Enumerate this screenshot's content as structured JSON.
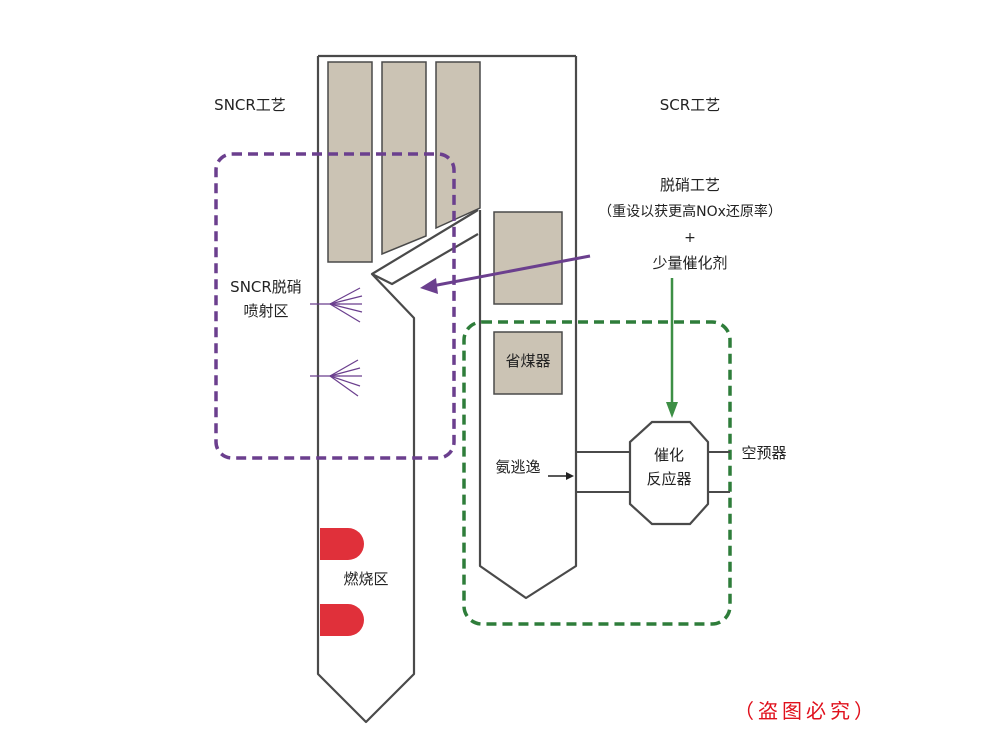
{
  "labels": {
    "sncr_process": "SNCR工艺",
    "scr_process": "SCR工艺",
    "denox_process": "脱硝工艺",
    "denox_note": "（重设以获更高NOx还原率）",
    "plus": "+",
    "catalyst_additive": "少量催化剂",
    "sncr_zone_line1": "SNCR脱硝",
    "sncr_zone_line2": "喷射区",
    "economizer": "省煤器",
    "ammonia_slip": "氨逃逸",
    "reactor_line1": "催化",
    "reactor_line2": "反应器",
    "air_preheater": "空预器",
    "combustion_zone": "燃烧区",
    "watermark": "（盗图必究）"
  },
  "colors": {
    "outline": "#4a4a4a",
    "bank_fill": "#cbc3b4",
    "sncr_dash": "#6b3f8e",
    "scr_dash": "#2e7d3a",
    "scr_arrow": "#3d8f45",
    "sncr_arrow": "#6b3f8e",
    "burner": "#e0303a",
    "watermark": "#e0101c"
  }
}
